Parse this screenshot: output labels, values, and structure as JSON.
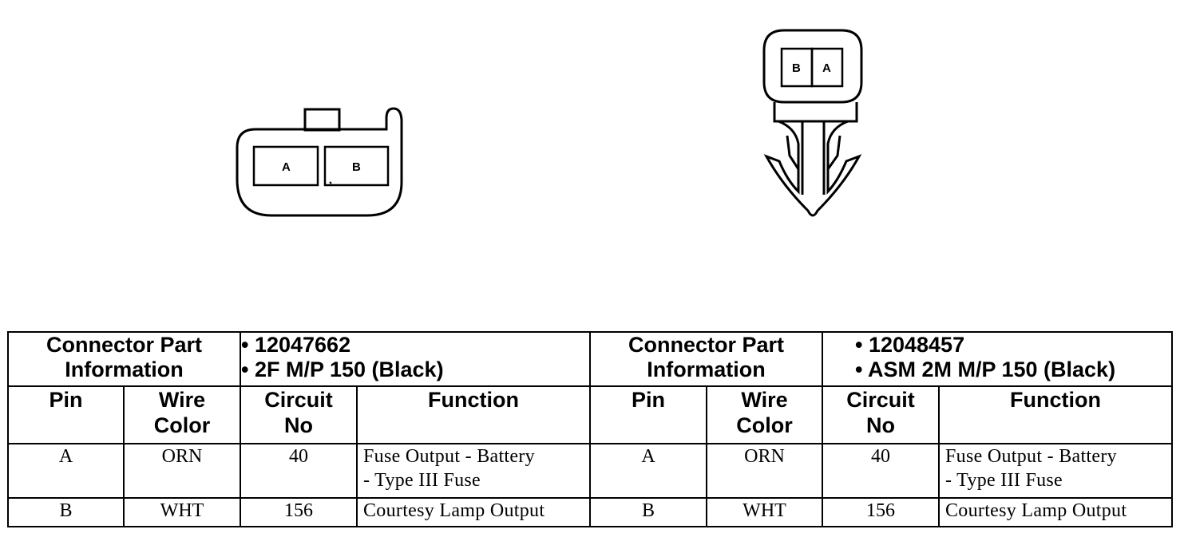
{
  "connectors": [
    {
      "pin_labels": [
        "A",
        "B"
      ],
      "info_label": [
        "Connector Part",
        "Information"
      ],
      "part_lines": [
        "• 12047662",
        "• 2F M/P 150 (Black)"
      ]
    },
    {
      "pin_labels": [
        "B",
        "A"
      ],
      "info_label": [
        "Connector Part",
        "Information"
      ],
      "part_lines": [
        "• 12048457",
        "• ASM 2M M/P 150 (Black)"
      ]
    }
  ],
  "columns": {
    "pin": "Pin",
    "wire_color": [
      "Wire",
      "Color"
    ],
    "circuit_no": [
      "Circuit",
      "No"
    ],
    "function": "Function"
  },
  "rows": [
    {
      "pin": "A",
      "wire_color": "ORN",
      "circuit": "40",
      "function": [
        "Fuse Output - Battery",
        "- Type III Fuse"
      ]
    },
    {
      "pin": "B",
      "wire_color": "WHT",
      "circuit": "156",
      "function": [
        "Courtesy Lamp Output"
      ]
    }
  ],
  "colors": {
    "ink": "#000000",
    "paper": "#ffffff"
  }
}
